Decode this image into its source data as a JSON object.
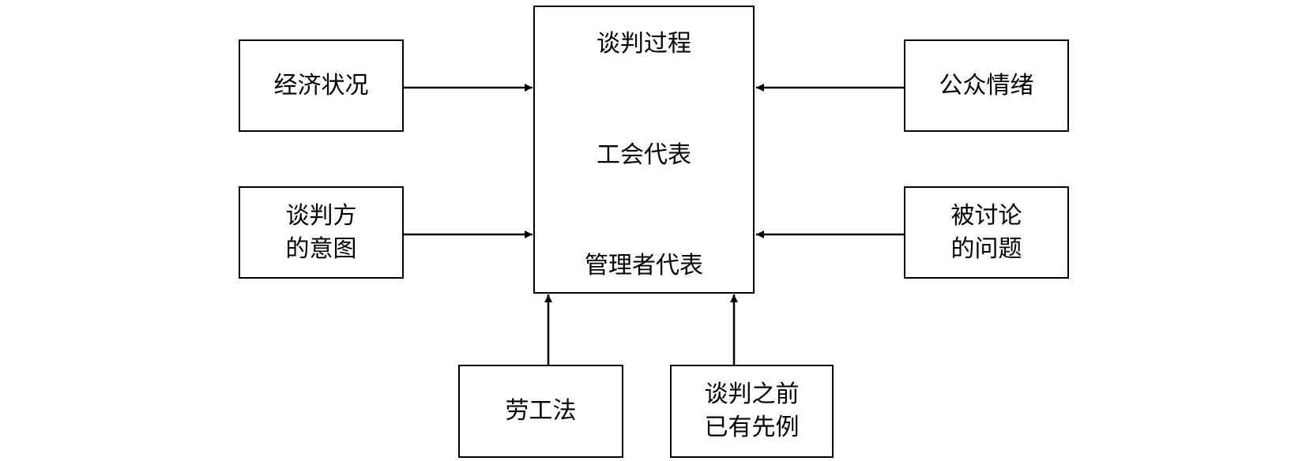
{
  "center": {
    "title": "谈判过程",
    "line2": "工会代表",
    "line3": "管理者代表"
  },
  "left": {
    "economy": "经济状况",
    "intent_line1": "谈判方",
    "intent_line2": "的意图"
  },
  "right": {
    "public": "公众情绪",
    "issues_line1": "被讨论",
    "issues_line2": "的问题"
  },
  "bottom": {
    "labor_law": "劳工法",
    "precedent_line1": "谈判之前",
    "precedent_line2": "已有先例"
  }
}
